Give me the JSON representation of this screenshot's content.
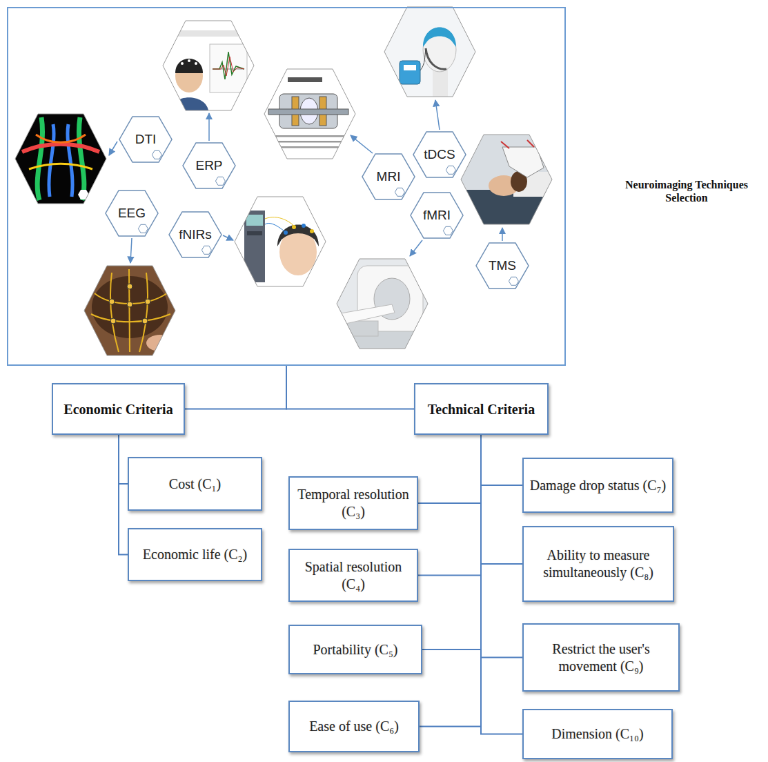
{
  "diagram": {
    "nodes": [
      {
        "text": [
          "Neuroimaging Techniques Selection"
        ]
      },
      {
        "text": [
          "DTI"
        ],
        "in": 0
      },
      {
        "text": [
          "ERP"
        ],
        "in": 0
      },
      {
        "text": [
          "MRI"
        ],
        "in": 0
      },
      {
        "text": [
          "tDCS"
        ],
        "in": 0
      },
      {
        "text": [
          "EEG"
        ],
        "in": 0
      },
      {
        "text": [
          "fNIRs"
        ],
        "in": 0
      },
      {
        "text": [
          "fMRI"
        ],
        "in": 0
      },
      {
        "text": [
          "TMS"
        ],
        "in": 0
      },
      {
        "text": [
          "Economic Criteria"
        ]
      },
      {
        "text": [
          "Technical Criteria"
        ]
      },
      {
        "text": [
          "Cost (C₁)"
        ]
      },
      {
        "text": [
          "Economic life (C₂)"
        ]
      },
      {
        "text": [
          "Temporal resolution (C₃)"
        ]
      },
      {
        "text": [
          "Damage drop status (C₇)"
        ]
      },
      {
        "text": [
          "Spatial resolution (C₄)"
        ]
      },
      {
        "text": [
          "Ability to measure simultaneously (C₈)"
        ]
      },
      {
        "text": [
          "Portability (C₅)"
        ]
      },
      {
        "text": [
          "Restrict the user's movement (C₉)"
        ]
      },
      {
        "text": [
          "Ease of use (C₆)"
        ]
      },
      {
        "text": [
          "Dimension (C₁₀)"
        ]
      }
    ],
    "edges": [
      {
        "from": 0,
        "to": 9,
        "arrow": "none"
      },
      {
        "from": 0,
        "to": 10,
        "arrow": "none"
      },
      {
        "from": 9,
        "to": 11,
        "arrow": "none"
      },
      {
        "from": 9,
        "to": 12,
        "arrow": "none"
      },
      {
        "from": 10,
        "to": 13,
        "arrow": "none"
      },
      {
        "from": 10,
        "to": 14,
        "arrow": "none"
      },
      {
        "from": 10,
        "to": 15,
        "arrow": "none"
      },
      {
        "from": 10,
        "to": 16,
        "arrow": "none"
      },
      {
        "from": 10,
        "to": 17,
        "arrow": "none"
      },
      {
        "from": 10,
        "to": 18,
        "arrow": "none"
      },
      {
        "from": 10,
        "to": 19,
        "arrow": "none"
      },
      {
        "from": 10,
        "to": 20,
        "arrow": "none"
      }
    ]
  }
}
